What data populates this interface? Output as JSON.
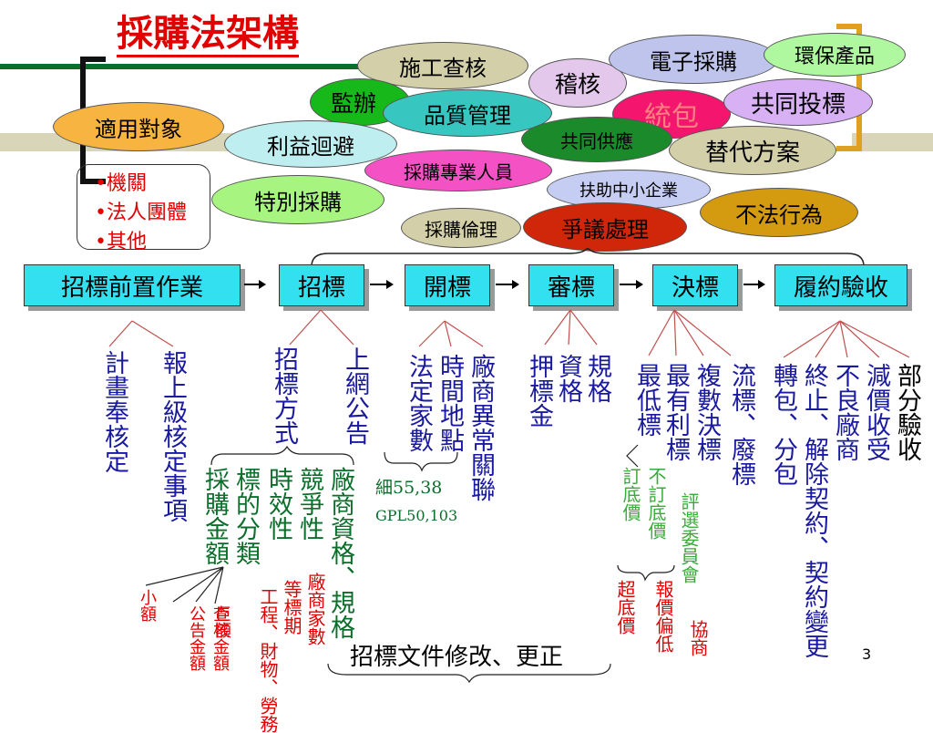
{
  "title": "採購法架構",
  "colors": {
    "title": "#e00000",
    "process_box": "#33e0f0",
    "navy": "#1a1aa0",
    "green": "#0b6e2a",
    "red": "#e00000"
  },
  "ovals": {
    "construction_audit": "施工查核",
    "audit": "稽核",
    "e_procurement": "電子採購",
    "green_products": "環保產品",
    "supervision": "監辦",
    "quality_management": "品質管理",
    "turnkey": "統包",
    "joint_bidding": "共同投標",
    "applicable_objects": "適用對象",
    "conflict_avoidance": "利益迴避",
    "joint_supply": "共同供應",
    "alternatives": "替代方案",
    "procurement_personnel": "採購專業人員",
    "special_procurement": "特別採購",
    "assist_sme": "扶助中小企業",
    "illegal_acts": "不法行為",
    "procurement_ethics": "採購倫理",
    "dispute_handling": "爭議處理"
  },
  "applicable_list": [
    "•機關",
    "•法人團體",
    "•其他"
  ],
  "process": [
    "招標前置作業",
    "招標",
    "開標",
    "審標",
    "決標",
    "履約驗收"
  ],
  "details": {
    "plan_approved": "計畫奉核定",
    "report_superior": "報上級核定事項",
    "tender_method": "招標方式",
    "online_notice": "上網公告",
    "legal_number": "法定家數",
    "time_place": "時間地點",
    "vendor_anomaly": "廠商異常關聯",
    "bid_bond": "押標金",
    "qualification": "資格",
    "specification": "規格",
    "lowest_bid": "最低標",
    "most_advantageous": "最有利標",
    "multiple_award": "複數決標",
    "failed_abolished": "流標、廢標",
    "partial_acceptance": "部分驗收",
    "price_reduction": "減價收受",
    "bad_vendor": "不良廠商",
    "terminate_contract": "終止、解除契約、契約變更",
    "transfer_subcontract": "轉包、分包",
    "procurement_amount": "採購金額",
    "subject_classification": "標的分類",
    "timeliness": "時效性",
    "competitiveness": "競爭性",
    "vendor_qual_spec": "廠商資格、規格",
    "reserve_price": "訂底價",
    "no_reserve_price": "不訂底價",
    "evaluation_committee": "評選委員會"
  },
  "notes": {
    "note1": "細55,38",
    "note2": "GPL50,103"
  },
  "red_details": {
    "small_amount": "小額",
    "notice_amount": "公告金額",
    "review_amount": "查核金額",
    "huge_amount": "巨額",
    "works_goods_services": "工程、財物、勞務",
    "bid_period": "等標期",
    "vendor_count": "廠商家數",
    "over_reserve": "超底價",
    "price_deviation": "報價偏低",
    "negotiation": "協商"
  },
  "bottom_text": "招標文件修改、更正",
  "page_number": "3"
}
